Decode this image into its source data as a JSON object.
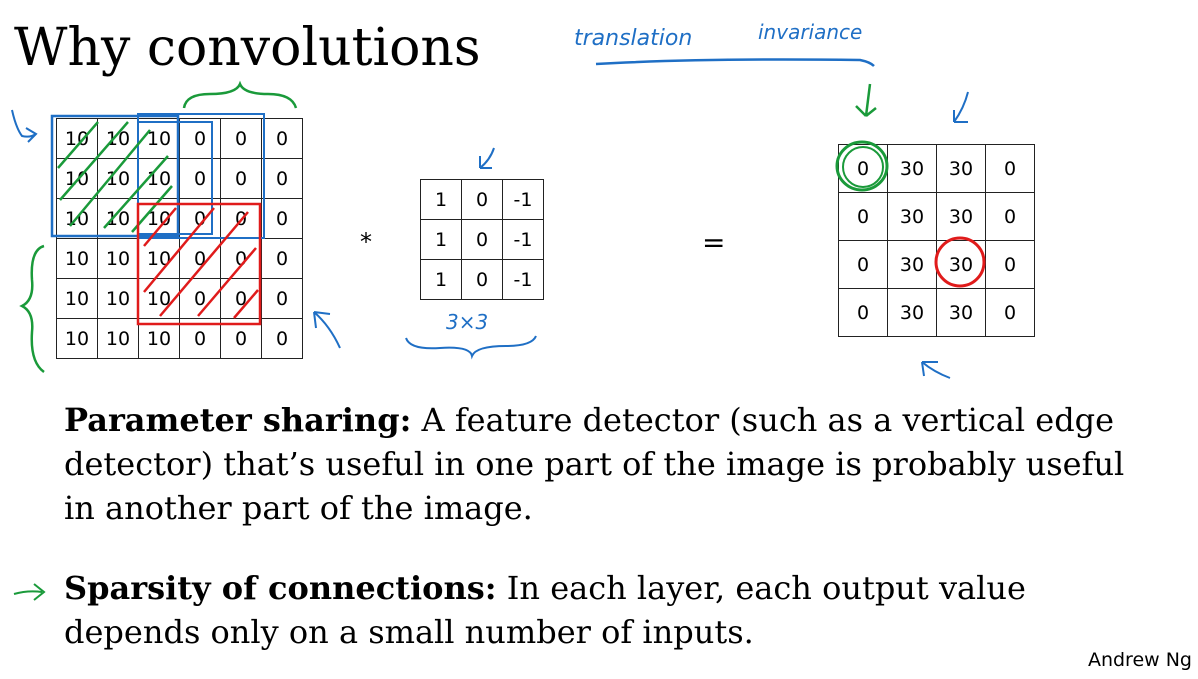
{
  "title": "Why convolutions",
  "input_matrix": [
    [
      "10",
      "10",
      "10",
      "0",
      "0",
      "0"
    ],
    [
      "10",
      "10",
      "10",
      "0",
      "0",
      "0"
    ],
    [
      "10",
      "10",
      "10",
      "0",
      "0",
      "0"
    ],
    [
      "10",
      "10",
      "10",
      "0",
      "0",
      "0"
    ],
    [
      "10",
      "10",
      "10",
      "0",
      "0",
      "0"
    ],
    [
      "10",
      "10",
      "10",
      "0",
      "0",
      "0"
    ]
  ],
  "filter_matrix": [
    [
      "1",
      "0",
      "-1"
    ],
    [
      "1",
      "0",
      "-1"
    ],
    [
      "1",
      "0",
      "-1"
    ]
  ],
  "output_matrix": [
    [
      "0",
      "30",
      "30",
      "0"
    ],
    [
      "0",
      "30",
      "30",
      "0"
    ],
    [
      "0",
      "30",
      "30",
      "0"
    ],
    [
      "0",
      "30",
      "30",
      "0"
    ]
  ],
  "operators": {
    "convolve": "*",
    "equals": "="
  },
  "annotations": {
    "filter_size": "3×3",
    "translation": "translation",
    "invariance": "invariance"
  },
  "paragraphs": {
    "p1_head": "Parameter sharing:",
    "p1_body": " A feature detector (such as a vertical edge detector) that’s useful in one part of the image is probably useful in another part of the image.",
    "p2_head": "Sparsity of connections:",
    "p2_body": " In each layer, each output value depends only on a small number of inputs."
  },
  "author": "Andrew Ng",
  "ink_colors": {
    "blue": "#1f6fc5",
    "green": "#1a9a3a",
    "red": "#e01b1b"
  }
}
